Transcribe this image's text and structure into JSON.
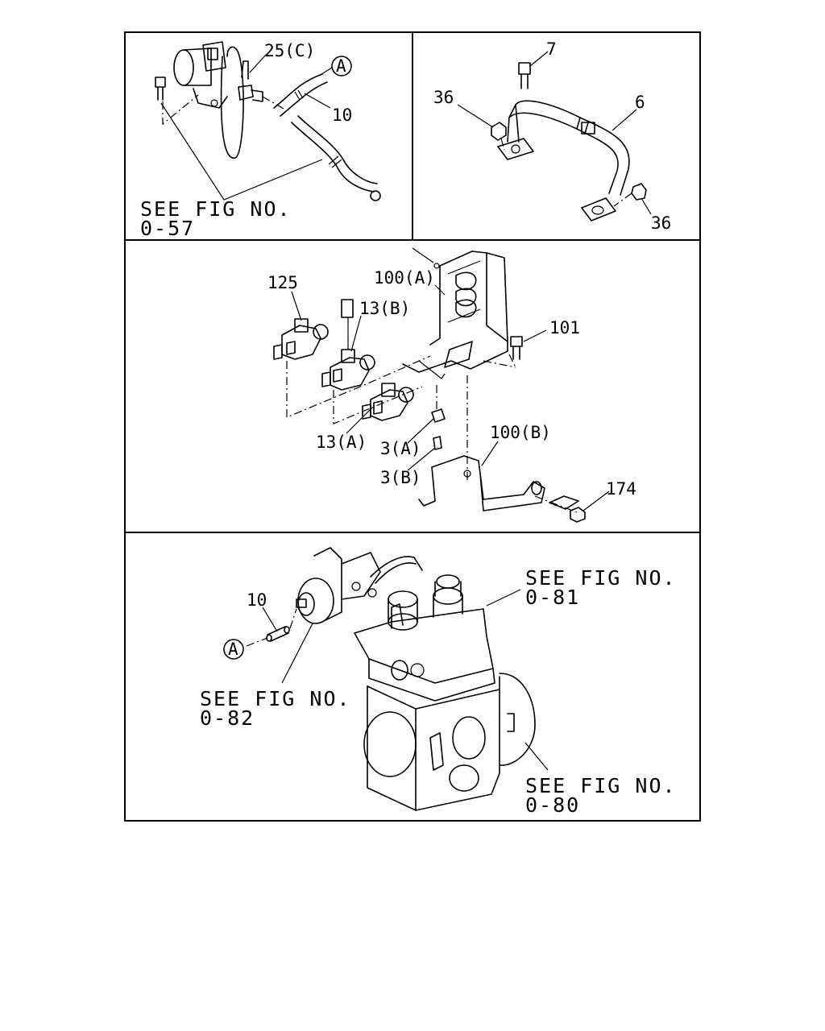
{
  "panels": {
    "top_left": {
      "labels": {
        "p25c": "25(C)",
        "p10": "10",
        "ref_a": "A",
        "see_fig": "SEE FIG NO.",
        "see_fig_no": "0-57"
      }
    },
    "top_right": {
      "labels": {
        "p7": "7",
        "p36_left": "36",
        "p6": "6",
        "p36_right": "36"
      }
    },
    "middle": {
      "labels": {
        "p125": "125",
        "p100a": "100(A)",
        "p13b": "13(B)",
        "p101": "101",
        "p13a": "13(A)",
        "p3a": "3(A)",
        "p3b": "3(B)",
        "p100b": "100(B)",
        "p174": "174"
      }
    },
    "bottom": {
      "labels": {
        "p10": "10",
        "ref_a": "A",
        "see_fig_81_text": "SEE FIG NO.",
        "see_fig_81_no": "0-81",
        "see_fig_82_text": "SEE FIG NO.",
        "see_fig_82_no": "0-82",
        "see_fig_80_text": "SEE FIG NO.",
        "see_fig_80_no": "0-80"
      }
    }
  }
}
